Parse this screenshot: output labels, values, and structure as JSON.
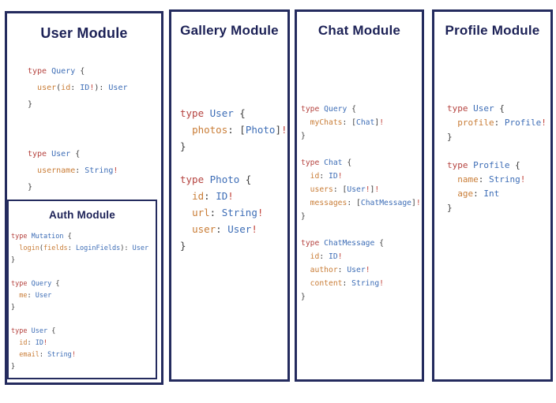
{
  "colors": {
    "border_navy": "#242b5e",
    "title_navy": "#1c2156",
    "code_keyword": "#b5433f",
    "code_type": "#3d6db6",
    "code_field": "#c97d37",
    "code_punct": "#3d3d3d",
    "code_bang": "#c2443c",
    "panel_bg": "#ffffff",
    "page_bg": "#ffffff"
  },
  "panels": {
    "user": {
      "title": "User Module",
      "code": [
        [
          [
            "type ",
            "kw"
          ],
          [
            "Query ",
            "ty"
          ],
          [
            "{",
            "pn"
          ]
        ],
        [
          [
            "  ",
            "pn"
          ],
          [
            "user",
            "fld"
          ],
          [
            "(",
            "pn"
          ],
          [
            "id",
            "fld"
          ],
          [
            ": ",
            "pn"
          ],
          [
            "ID",
            "ty"
          ],
          [
            "!",
            "bang"
          ],
          [
            "): ",
            "pn"
          ],
          [
            "User",
            "ty"
          ]
        ],
        [
          [
            "}",
            "pn"
          ]
        ],
        [],
        [],
        [
          [
            "type ",
            "kw"
          ],
          [
            "User ",
            "ty"
          ],
          [
            "{",
            "pn"
          ]
        ],
        [
          [
            "  ",
            "pn"
          ],
          [
            "username",
            "fld"
          ],
          [
            ": ",
            "pn"
          ],
          [
            "String",
            "ty"
          ],
          [
            "!",
            "bang"
          ]
        ],
        [
          [
            "}",
            "pn"
          ]
        ]
      ]
    },
    "auth": {
      "title": "Auth Module",
      "code": [
        [
          [
            "type ",
            "kw"
          ],
          [
            "Mutation ",
            "ty"
          ],
          [
            "{",
            "pn"
          ]
        ],
        [
          [
            "  ",
            "pn"
          ],
          [
            "login",
            "fld"
          ],
          [
            "(",
            "pn"
          ],
          [
            "fields",
            "fld"
          ],
          [
            ": ",
            "pn"
          ],
          [
            "LoginFields",
            "ty"
          ],
          [
            "): ",
            "pn"
          ],
          [
            "User",
            "ty"
          ]
        ],
        [
          [
            "}",
            "pn"
          ]
        ],
        [],
        [
          [
            "type ",
            "kw"
          ],
          [
            "Query ",
            "ty"
          ],
          [
            "{",
            "pn"
          ]
        ],
        [
          [
            "  ",
            "pn"
          ],
          [
            "me",
            "fld"
          ],
          [
            ": ",
            "pn"
          ],
          [
            "User",
            "ty"
          ]
        ],
        [
          [
            "}",
            "pn"
          ]
        ],
        [],
        [
          [
            "type ",
            "kw"
          ],
          [
            "User ",
            "ty"
          ],
          [
            "{",
            "pn"
          ]
        ],
        [
          [
            "  ",
            "pn"
          ],
          [
            "id",
            "fld"
          ],
          [
            ": ",
            "pn"
          ],
          [
            "ID",
            "ty"
          ],
          [
            "!",
            "bang"
          ]
        ],
        [
          [
            "  ",
            "pn"
          ],
          [
            "email",
            "fld"
          ],
          [
            ": ",
            "pn"
          ],
          [
            "String",
            "ty"
          ],
          [
            "!",
            "bang"
          ]
        ],
        [
          [
            "}",
            "pn"
          ]
        ]
      ]
    },
    "gallery": {
      "title": "Gallery Module",
      "code": [
        [
          [
            "type ",
            "kw"
          ],
          [
            "User ",
            "ty"
          ],
          [
            "{",
            "pn"
          ]
        ],
        [
          [
            "  ",
            "pn"
          ],
          [
            "photos",
            "fld"
          ],
          [
            ": ",
            "pn"
          ],
          [
            "[",
            "pn"
          ],
          [
            "Photo",
            "ty"
          ],
          [
            "]",
            "pn"
          ],
          [
            "!",
            "bang"
          ]
        ],
        [
          [
            "}",
            "pn"
          ]
        ],
        [],
        [
          [
            "type ",
            "kw"
          ],
          [
            "Photo ",
            "ty"
          ],
          [
            "{",
            "pn"
          ]
        ],
        [
          [
            "  ",
            "pn"
          ],
          [
            "id",
            "fld"
          ],
          [
            ": ",
            "pn"
          ],
          [
            "ID",
            "ty"
          ],
          [
            "!",
            "bang"
          ]
        ],
        [
          [
            "  ",
            "pn"
          ],
          [
            "url",
            "fld"
          ],
          [
            ": ",
            "pn"
          ],
          [
            "String",
            "ty"
          ],
          [
            "!",
            "bang"
          ]
        ],
        [
          [
            "  ",
            "pn"
          ],
          [
            "user",
            "fld"
          ],
          [
            ": ",
            "pn"
          ],
          [
            "User",
            "ty"
          ],
          [
            "!",
            "bang"
          ]
        ],
        [
          [
            "}",
            "pn"
          ]
        ]
      ]
    },
    "chat": {
      "title": "Chat Module",
      "code": [
        [
          [
            "type ",
            "kw"
          ],
          [
            "Query ",
            "ty"
          ],
          [
            "{",
            "pn"
          ]
        ],
        [
          [
            "  ",
            "pn"
          ],
          [
            "myChats",
            "fld"
          ],
          [
            ": ",
            "pn"
          ],
          [
            "[",
            "pn"
          ],
          [
            "Chat",
            "ty"
          ],
          [
            "]",
            "pn"
          ],
          [
            "!",
            "bang"
          ]
        ],
        [
          [
            "}",
            "pn"
          ]
        ],
        [],
        [
          [
            "type ",
            "kw"
          ],
          [
            "Chat ",
            "ty"
          ],
          [
            "{",
            "pn"
          ]
        ],
        [
          [
            "  ",
            "pn"
          ],
          [
            "id",
            "fld"
          ],
          [
            ": ",
            "pn"
          ],
          [
            "ID",
            "ty"
          ],
          [
            "!",
            "bang"
          ]
        ],
        [
          [
            "  ",
            "pn"
          ],
          [
            "users",
            "fld"
          ],
          [
            ": ",
            "pn"
          ],
          [
            "[",
            "pn"
          ],
          [
            "User",
            "ty"
          ],
          [
            "!",
            "bang"
          ],
          [
            "]",
            "pn"
          ],
          [
            "!",
            "bang"
          ]
        ],
        [
          [
            "  ",
            "pn"
          ],
          [
            "messages",
            "fld"
          ],
          [
            ": ",
            "pn"
          ],
          [
            "[",
            "pn"
          ],
          [
            "ChatMessage",
            "ty"
          ],
          [
            "]",
            "pn"
          ],
          [
            "!",
            "bang"
          ]
        ],
        [
          [
            "}",
            "pn"
          ]
        ],
        [],
        [
          [
            "type ",
            "kw"
          ],
          [
            "ChatMessage ",
            "ty"
          ],
          [
            "{",
            "pn"
          ]
        ],
        [
          [
            "  ",
            "pn"
          ],
          [
            "id",
            "fld"
          ],
          [
            ": ",
            "pn"
          ],
          [
            "ID",
            "ty"
          ],
          [
            "!",
            "bang"
          ]
        ],
        [
          [
            "  ",
            "pn"
          ],
          [
            "author",
            "fld"
          ],
          [
            ": ",
            "pn"
          ],
          [
            "User",
            "ty"
          ],
          [
            "!",
            "bang"
          ]
        ],
        [
          [
            "  ",
            "pn"
          ],
          [
            "content",
            "fld"
          ],
          [
            ": ",
            "pn"
          ],
          [
            "String",
            "ty"
          ],
          [
            "!",
            "bang"
          ]
        ],
        [
          [
            "}",
            "pn"
          ]
        ]
      ]
    },
    "profile": {
      "title": "Profile Module",
      "code": [
        [
          [
            "type ",
            "kw"
          ],
          [
            "User ",
            "ty"
          ],
          [
            "{",
            "pn"
          ]
        ],
        [
          [
            "  ",
            "pn"
          ],
          [
            "profile",
            "fld"
          ],
          [
            ": ",
            "pn"
          ],
          [
            "Profile",
            "ty"
          ],
          [
            "!",
            "bang"
          ]
        ],
        [
          [
            "}",
            "pn"
          ]
        ],
        [],
        [
          [
            "type ",
            "kw"
          ],
          [
            "Profile ",
            "ty"
          ],
          [
            "{",
            "pn"
          ]
        ],
        [
          [
            "  ",
            "pn"
          ],
          [
            "name",
            "fld"
          ],
          [
            ": ",
            "pn"
          ],
          [
            "String",
            "ty"
          ],
          [
            "!",
            "bang"
          ]
        ],
        [
          [
            "  ",
            "pn"
          ],
          [
            "age",
            "fld"
          ],
          [
            ": ",
            "pn"
          ],
          [
            "Int",
            "ty"
          ]
        ],
        [
          [
            "}",
            "pn"
          ]
        ]
      ]
    }
  }
}
